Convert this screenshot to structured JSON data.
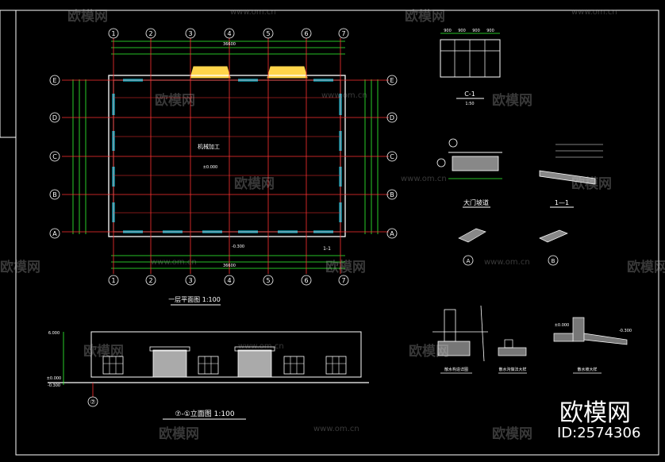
{
  "floor_plan": {
    "title": "一层平面图 1:100",
    "grid_cols": [
      "1",
      "2",
      "3",
      "4",
      "5",
      "6",
      "7"
    ],
    "grid_rows": [
      "E",
      "D",
      "C",
      "B",
      "A"
    ],
    "overall_dim": "36600",
    "room_label": "机械加工",
    "elevation_mark": "±0.000",
    "outside_mark": "-0.300",
    "axis_note": "1-1"
  },
  "elevation": {
    "title": "⑦-①立面图 1:100",
    "axis_left": "⑦",
    "levels": [
      "6.000",
      "±0.000",
      "-0.300"
    ]
  },
  "details": {
    "window_title": "C-1",
    "window_scale": "1:50",
    "window_dims": [
      "900",
      "900",
      "900",
      "900"
    ],
    "gate_title": "大门坡道",
    "section_title": "1—1",
    "circle_a": "A",
    "circle_b": "B",
    "wall_title": "散水构造详图",
    "ramp_small": "散水沟做法大样",
    "ramp_large": "散水坡大样",
    "level_low": "±0.000",
    "level_high": "-0.300"
  },
  "watermarks": {
    "cn": "欧模网",
    "url": "www.om.cn"
  },
  "brand": {
    "name": "欧模网",
    "id": "ID:2574306"
  },
  "colors": {
    "background": "#000000",
    "line": "#ffffff",
    "grid_axis": "#ff3030",
    "wall": "#00e5ff",
    "dims": "#33ff33",
    "roof": "#ffd54a",
    "label": "#ffffff"
  }
}
